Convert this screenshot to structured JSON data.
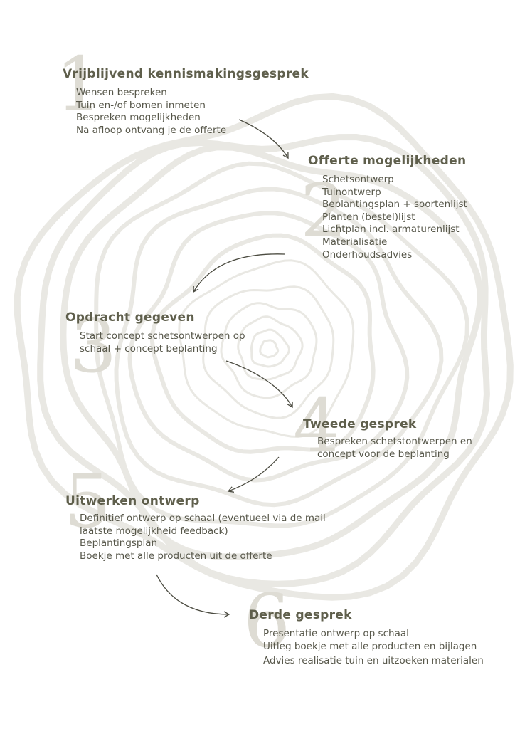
{
  "steps": [
    {
      "number": "1",
      "title": "Vrijblijvend kennismakingsgesprek",
      "items": [
        "Wensen bespreken",
        "Tuin en-/of bomen inmeten",
        "Bespreken mogelijkheden",
        "Na afloop ontvang je de offerte"
      ]
    },
    {
      "number": "2",
      "title": "Offerte mogelijkheden",
      "items": [
        "Schetsontwerp",
        "Tuinontwerp",
        "Beplantingsplan + soortenlijst",
        "Planten (bestel)lijst",
        "Lichtplan incl. armaturenlijst",
        "Materialisatie",
        "Onderhoudsadvies"
      ]
    },
    {
      "number": "3",
      "title": "Opdracht gegeven",
      "items": [
        "Start concept schetsontwerpen op",
        "schaal + concept beplanting"
      ]
    },
    {
      "number": "4",
      "title": "Tweede gesprek",
      "items": [
        "Bespreken schetstontwerpen en",
        "concept voor de beplanting"
      ]
    },
    {
      "number": "5",
      "title": "Uitwerken ontwerp",
      "items": [
        "Definitief ontwerp op schaal (eventueel via de mail",
        "laatste mogelijkheid feedback)",
        "Beplantingsplan",
        "Boekje met alle producten uit de offerte"
      ]
    },
    {
      "number": "6",
      "title": "Derde gesprek",
      "items": [
        "Presentatie ontwerp op schaal",
        "Uitleg boekje met alle producten en bijlagen",
        "Advies realisatie tuin en uitzoeken materialen"
      ]
    }
  ],
  "colors": {
    "title": "#5f5f4c",
    "text": "#57574a",
    "numeral": "#dedcd4",
    "rings": "#e9e8e3",
    "arrow": "#4b4b40"
  }
}
